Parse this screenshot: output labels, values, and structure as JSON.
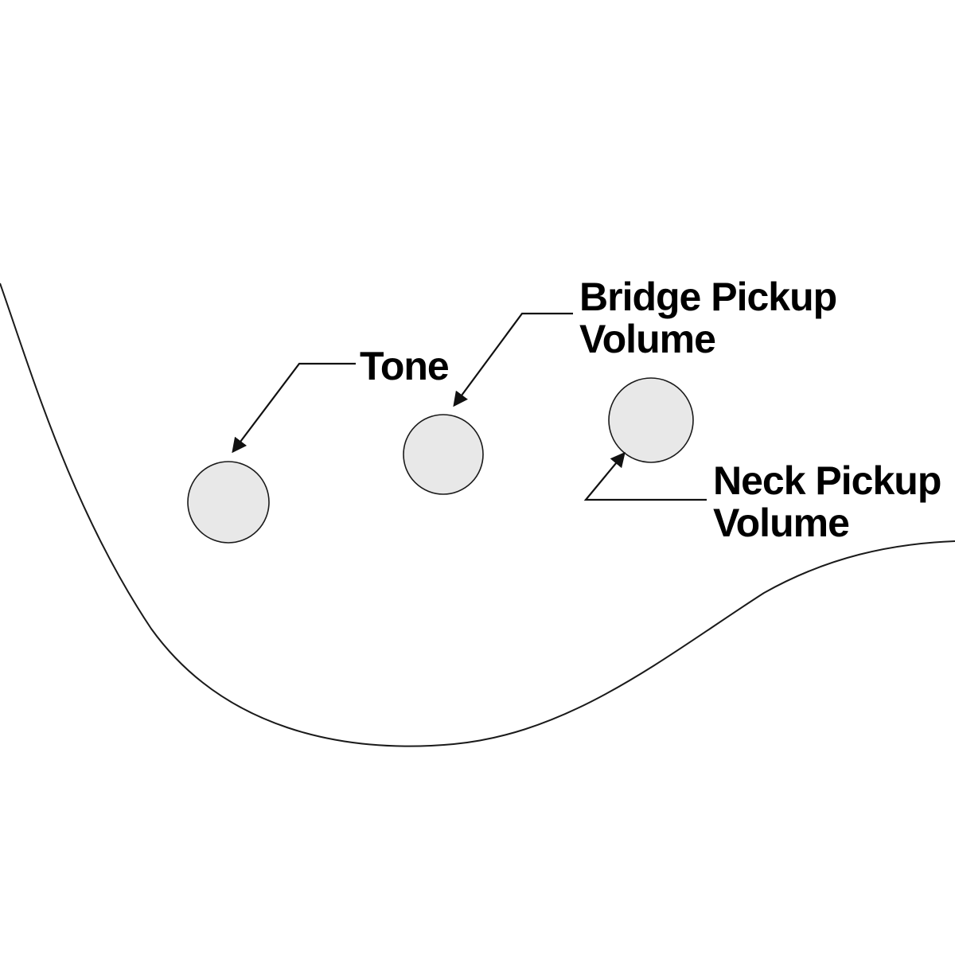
{
  "diagram": {
    "description": "Guitar control knob layout diagram",
    "labels": {
      "tone": "Tone",
      "bridge_line1": "Bridge Pickup",
      "bridge_line2": "Volume",
      "neck_line1": "Neck Pickup",
      "neck_line2": "Volume"
    },
    "knobs": [
      {
        "name": "tone-knob"
      },
      {
        "name": "bridge-pickup-volume-knob"
      },
      {
        "name": "neck-pickup-volume-knob"
      }
    ],
    "colors": {
      "background": "#ffffff",
      "knob_fill": "#e8e8e8",
      "knob_stroke": "#1a1a1a",
      "line": "#111111",
      "text": "#000000"
    }
  }
}
